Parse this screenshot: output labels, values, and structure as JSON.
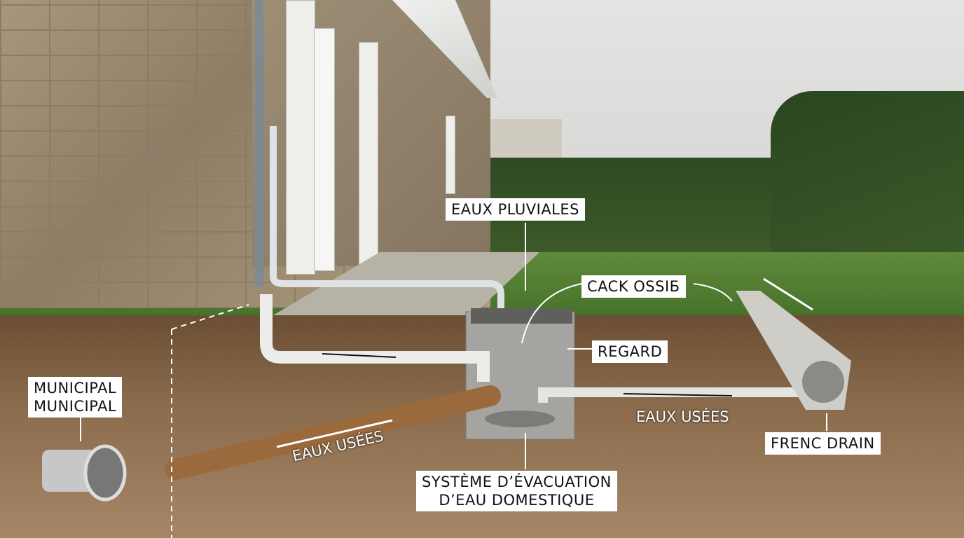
{
  "labels": {
    "eaux_pluviales": "EAUX PLUVIALES",
    "cack_ossib": "CACK OSSIБ",
    "regard": "REGARD",
    "municipal_line1": "MUNICIPAL",
    "municipal_line2": "MUNICIPAL",
    "eaux_usees_left": "EAUX USÉES",
    "eaux_usees_right": "EAUX USÉES",
    "frenc_drain": "FRENC DRAIN",
    "systeme_line1": "SYSTÈME D’ÉVACUATION",
    "systeme_line2": "D’EAU DOMESTIQUE"
  },
  "colors": {
    "pvc_pipe": "#e8e8e6",
    "brown_pipe": "#9a6a3c",
    "label_bg": "#ffffff"
  }
}
